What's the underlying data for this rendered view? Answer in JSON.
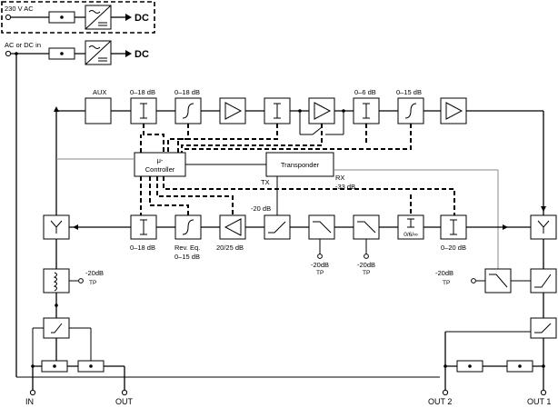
{
  "power": {
    "mains_label": "230 V AC",
    "dc_top": "DC",
    "input_label": "AC or DC in",
    "dc_second": "DC"
  },
  "forward": {
    "aux": "AUX",
    "gain1": "0–18 dB",
    "eq1": "0–18 dB",
    "att2": "0–6 dB",
    "eq2": "0–15 dB"
  },
  "control": {
    "controller_line1": "μ-",
    "controller_line2": "Controller",
    "transponder": "Transponder",
    "tx": "TX",
    "rx": "RX",
    "rx_level": "-33 dB",
    "tx_level": "-20 dB"
  },
  "return": {
    "att1": "0–18 dB",
    "eq_line1": "Rev. Eq.",
    "eq_line2": "0–15 dB",
    "amp": "20/25 dB",
    "tp_value": "-20dB",
    "tp_label": "TP",
    "switch_label": "0/6/∞",
    "att2": "0–20 dB"
  },
  "test_points": {
    "input_tp_value": "-20dB",
    "input_tp_label": "TP",
    "output_tp_value": "-20dB",
    "output_tp_label": "TP"
  },
  "ports": {
    "in": "IN",
    "out": "OUT",
    "out2": "OUT 2",
    "out1": "OUT 1"
  }
}
